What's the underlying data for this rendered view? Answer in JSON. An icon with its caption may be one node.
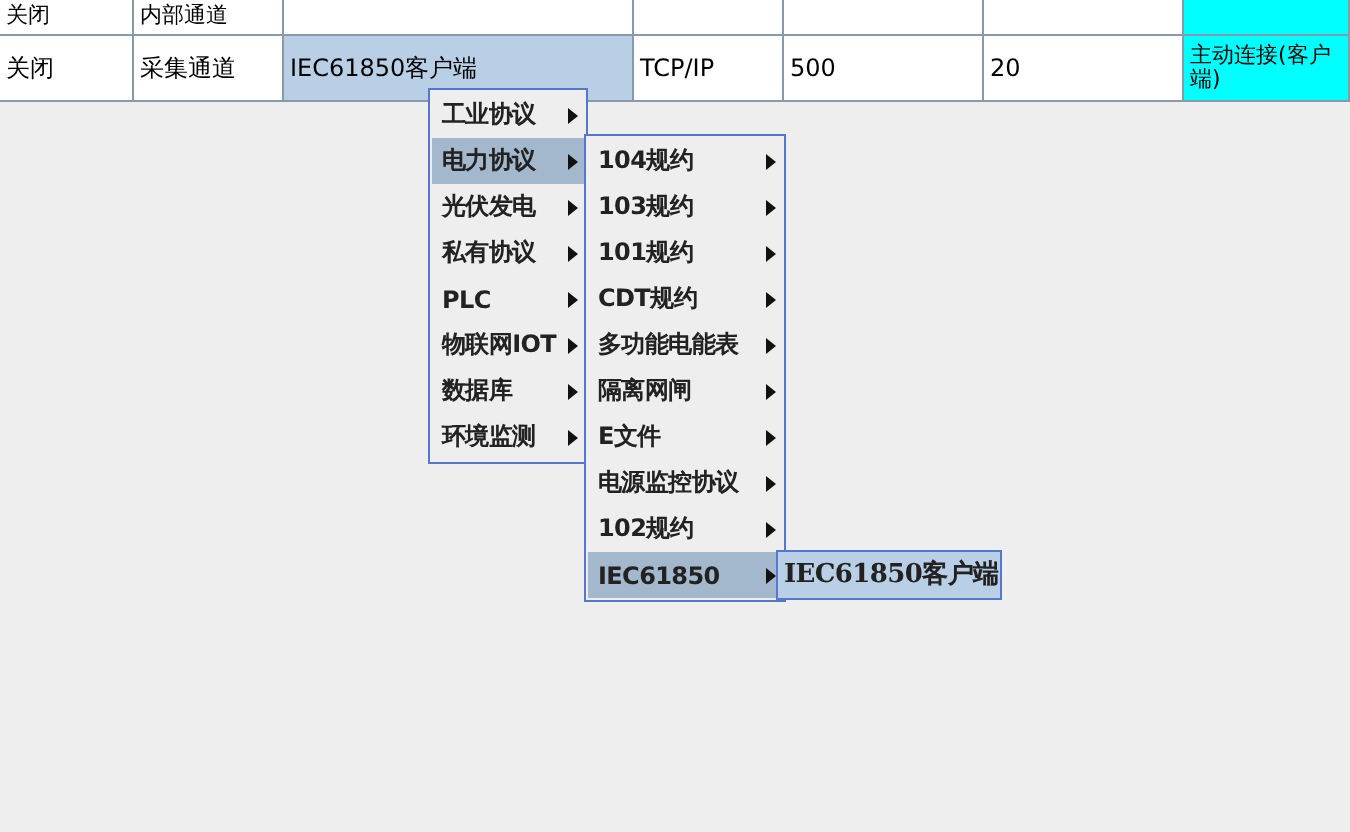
{
  "diagram": {
    "labels": [
      "关闭",
      "内部通道",
      "关闭",
      "采集通道",
      "IEC61850客户端",
      "TCP/IP",
      "500",
      "20",
      "主动连接(客户端)",
      "工业协议",
      "电力协议",
      "光伏发电",
      "私有协议",
      "PLC",
      "物联网IOT",
      "数据库",
      "环境监测",
      "104规约",
      "103规约",
      "101规约",
      "CDT规约",
      "多功能电能表",
      "隔离网闸",
      "E文件",
      "电源监控协议",
      "102规约",
      "IEC61850",
      "IEC61850客户端"
    ]
  }
}
